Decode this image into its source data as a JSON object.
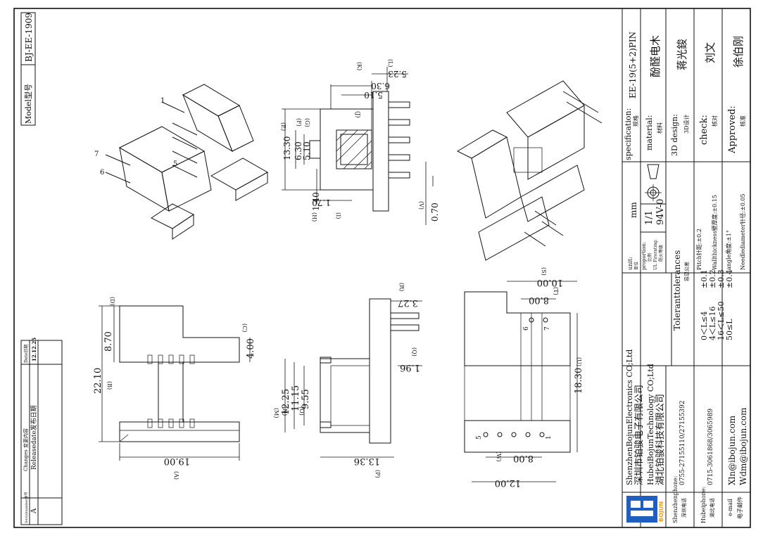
{
  "model": {
    "label": "Model型号",
    "value": "BJ-EE-1909"
  },
  "title_block": {
    "specification": {
      "label": "specification:",
      "sub": "规格",
      "value": "EE-19(5+2)PIN"
    },
    "material": {
      "label": "material:",
      "sub": "材料",
      "value": "酚醛电木"
    },
    "design": {
      "label": "3D design:",
      "sub": "3D设计",
      "value": "蒋光鋑"
    },
    "check": {
      "label": "check:",
      "sub": "核对",
      "value": "刘文"
    },
    "approved": {
      "label": "Approved:",
      "sub": "核准",
      "value": "徐伯刚"
    },
    "unit": {
      "label": "unit:",
      "sub": "单位",
      "value": "mm"
    },
    "proportion": {
      "label": "proportion:",
      "sub": "比例",
      "value": "1/1"
    },
    "ul": {
      "label": "UL Firerating:",
      "sub": "防火等级",
      "value": "94V-0"
    },
    "tolerances": {
      "title": "Toleranttolerances",
      "sub": "容忍公差",
      "rows": [
        {
          "range": "0＜L≤4",
          "tol": "±0.1"
        },
        {
          "range": "4＜L≤16",
          "tol": "±0.2"
        },
        {
          "range": "16＜L≤50",
          "tol": "±0.3"
        },
        {
          "range": "50≤L",
          "tol": "±0.4"
        }
      ],
      "notes": [
        "Pitch针距:±0.2",
        "Wallthickness壁厚度:±0.15",
        "angle角度:±1°",
        "Needlediameter针径:±0.05"
      ]
    },
    "company": [
      "ShenzhenBojunElectronics CO;Ltd",
      "深圳市铂骏电子有限公司",
      "HubeiBojunTechnology CO;Ltd",
      "湖北铂骏科技有限公司"
    ],
    "contacts": [
      {
        "label": "Shenzhenphone:",
        "sub": "深圳电话",
        "value": "0755-27155110/27155392"
      },
      {
        "label": "Hubeiphone:",
        "sub": "湖北电话",
        "value": "0715-3061868/3065989"
      },
      {
        "label": "e-mail",
        "sub": "电子邮件",
        "value": "Xln@ibojun.com",
        "value2": "Wdm@ibojun.com"
      }
    ],
    "logo_text": "BOJUN"
  },
  "changes": {
    "headers": [
      "Serialnumber序号",
      "Changes 变更内容",
      "Date日期"
    ],
    "rows": [
      {
        "serial": "A",
        "change": "Releasedate发布日期",
        "date": "12.12.25"
      }
    ]
  },
  "dimensions": {
    "top": [
      "6.30",
      "5.10",
      "5.23",
      "13.30",
      "6.30",
      "5.10",
      "1.40",
      "1.70",
      "0.70"
    ],
    "top_letters": [
      "(K)",
      "(J)",
      "(L)",
      "(E)",
      "(F)",
      "(G)",
      "(H)",
      "(I)",
      "(V)"
    ],
    "front": [
      "22.10",
      "8.70",
      "4.00",
      "19.00"
    ],
    "front_letters": [
      "(B)",
      "(D)",
      "(C)",
      "(A)"
    ],
    "side": [
      "12.25",
      "11.15",
      "9.55",
      "3.27",
      "1.96",
      "13.36"
    ],
    "side_letters": [
      "(M)",
      "(N)",
      "(O)",
      "(R)",
      "(Q)",
      "(P)"
    ],
    "bottom": [
      "10.00",
      "8.00",
      "18.30",
      "8.00",
      "12.00"
    ],
    "bottom_letters": [
      "(S)",
      "(T)",
      "(U)",
      "(W)"
    ]
  },
  "pin_labels": [
    "1",
    "5",
    "6",
    "7"
  ]
}
